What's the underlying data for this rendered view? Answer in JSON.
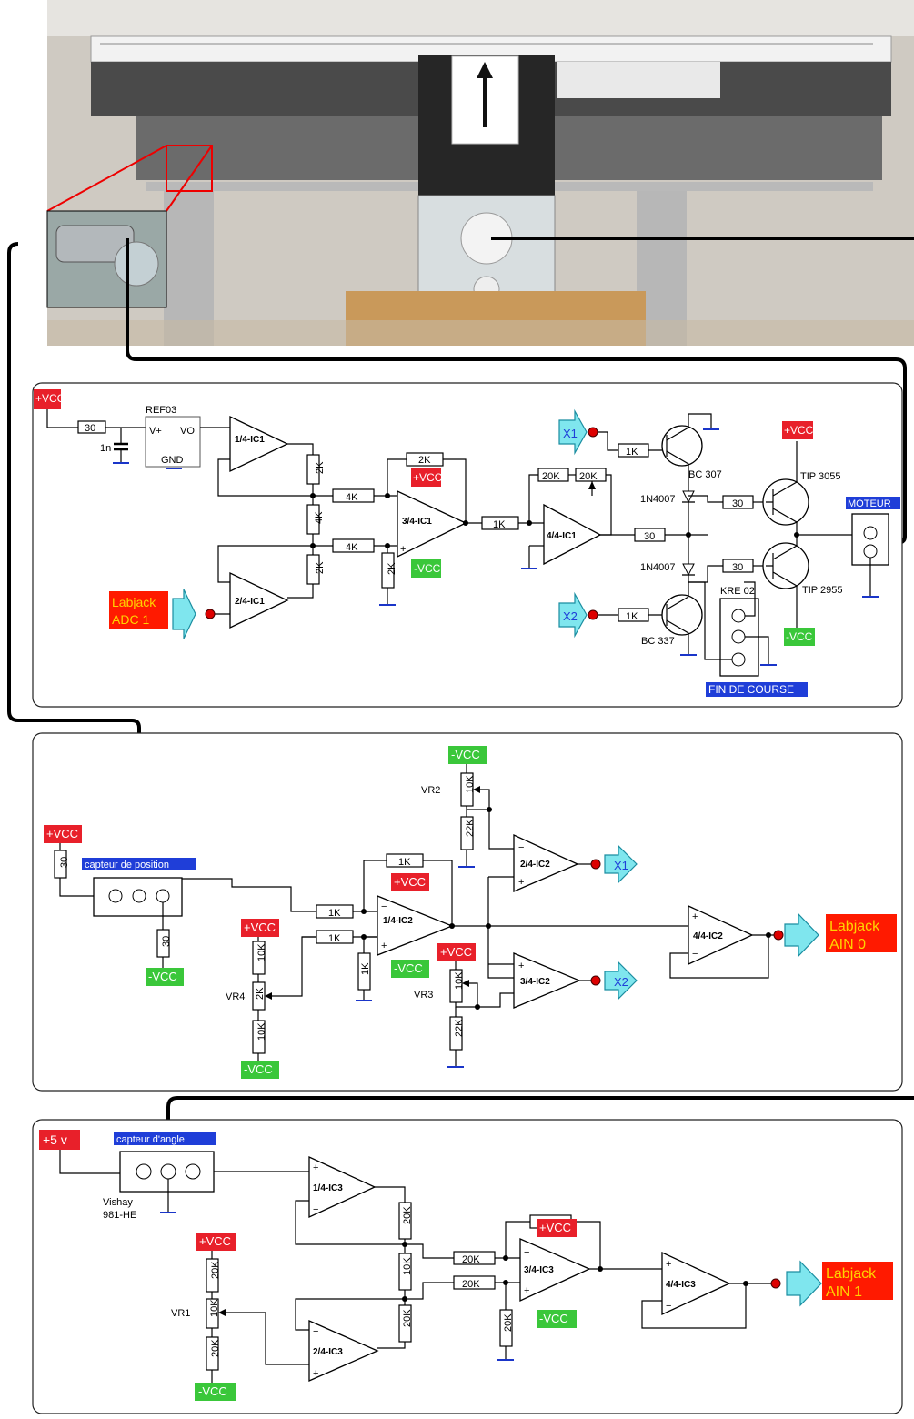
{
  "colors": {
    "vcc_pos": "#e8202a",
    "vcc_neg": "#3ac73a",
    "label_blue": "#1f3ed8",
    "labjack_bg": "#ff1a00",
    "labjack_text": "#ffd400",
    "arrow": "#7fe6ee",
    "ground": "#1a35c9"
  },
  "photo": {
    "arrow_icon": "up-arrow-icon"
  },
  "panel1": {
    "vcc_pos": "+VCC",
    "vcc_neg": "-VCC",
    "r_in": "30",
    "cap": "1n",
    "ref_name": "REF03",
    "ref_vplus": "V+",
    "ref_vo": "VO",
    "ref_gnd": "GND",
    "ic1": "1/4-IC1",
    "ic2": "2/4-IC1",
    "ic3": "3/4-IC1",
    "ic4": "4/4-IC1",
    "r2k": "2K",
    "r4k": "4K",
    "r1k": "1K",
    "r20k": "20K",
    "r30": "30",
    "x1": "X1",
    "x2": "X2",
    "bc307": "BC 307",
    "bc337": "BC 337",
    "d1": "1N4007",
    "d2": "1N4007",
    "tip3055": "TIP 3055",
    "tip2955": "TIP 2955",
    "moteur": "MOTEUR",
    "kre": "KRE 02",
    "fin": "FIN DE COURSE",
    "labjack1": "Labjack",
    "labjack2": "ADC 1"
  },
  "panel2": {
    "vcc_pos": "+VCC",
    "vcc_neg": "-VCC",
    "r30": "30",
    "capteur": "capteur de position",
    "vr2": "VR2",
    "vr3": "VR3",
    "vr4": "VR4",
    "r10k": "10K",
    "r22k": "22K",
    "r2k": "2K",
    "r1k": "1K",
    "ic1": "1/4-IC2",
    "ic2": "2/4-IC2",
    "ic3": "3/4-IC2",
    "ic4": "4/4-IC2",
    "x1": "X1",
    "x2": "X2",
    "labjack1": "Labjack",
    "labjack2": "AIN 0"
  },
  "panel3": {
    "v5": "+5 v",
    "capteur": "capteur d'angle",
    "vishay1": "Vishay",
    "vishay2": "981-HE",
    "vcc_pos": "+VCC",
    "vcc_neg": "-VCC",
    "vr1": "VR1",
    "r20k": "20K",
    "r10k": "10K",
    "ic1": "1/4-IC3",
    "ic2": "2/4-IC3",
    "ic3": "3/4-IC3",
    "ic4": "4/4-IC3",
    "labjack1": "Labjack",
    "labjack2": "AIN 1"
  }
}
